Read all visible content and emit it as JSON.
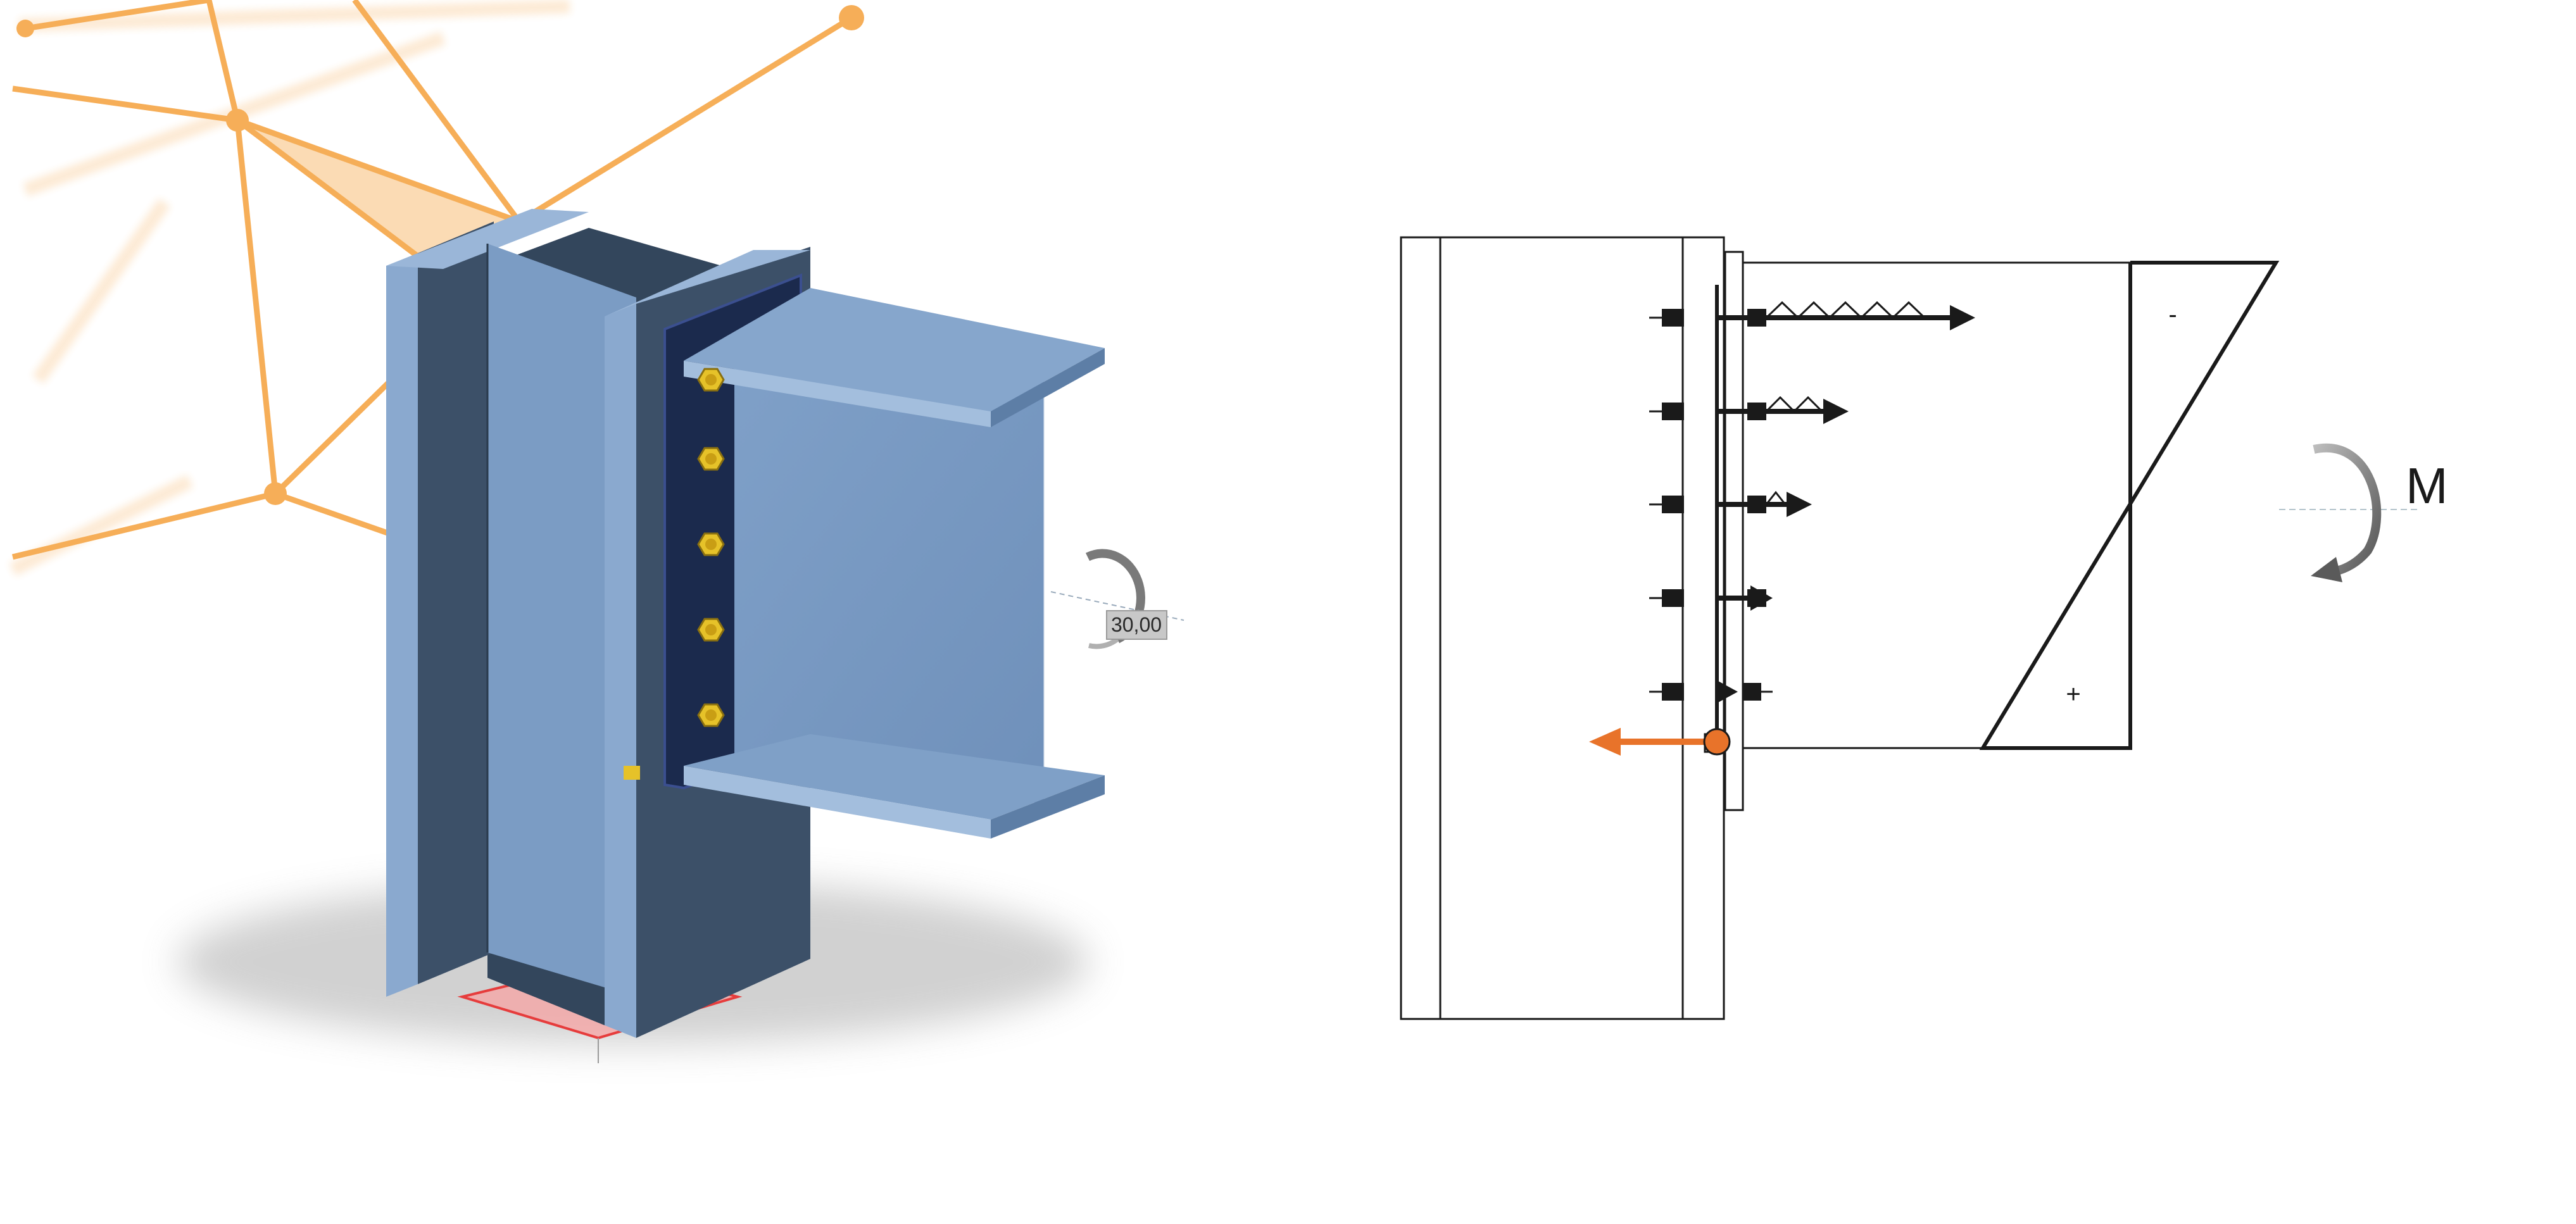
{
  "model_view": {
    "rotation_label": "30,00",
    "colors": {
      "steel_light": "#7d9dc4",
      "steel_mid": "#6c8cb4",
      "steel_dark": "#334457",
      "end_plate": "#1b2a4d",
      "bolt": "#e6c229",
      "highlight": "#f26a6a",
      "network_lines": "#f5a13c"
    },
    "bolt_count": 5
  },
  "diagram": {
    "moment_label": "M",
    "compression_sign": "-",
    "tension_sign": "+",
    "bolt_force_magnitudes": [
      1.0,
      0.55,
      0.38,
      0.2,
      0.02
    ],
    "colors": {
      "line": "#1a1a1a",
      "reaction": "#e8732a",
      "moment_arrow": "#6d6d6d"
    }
  }
}
